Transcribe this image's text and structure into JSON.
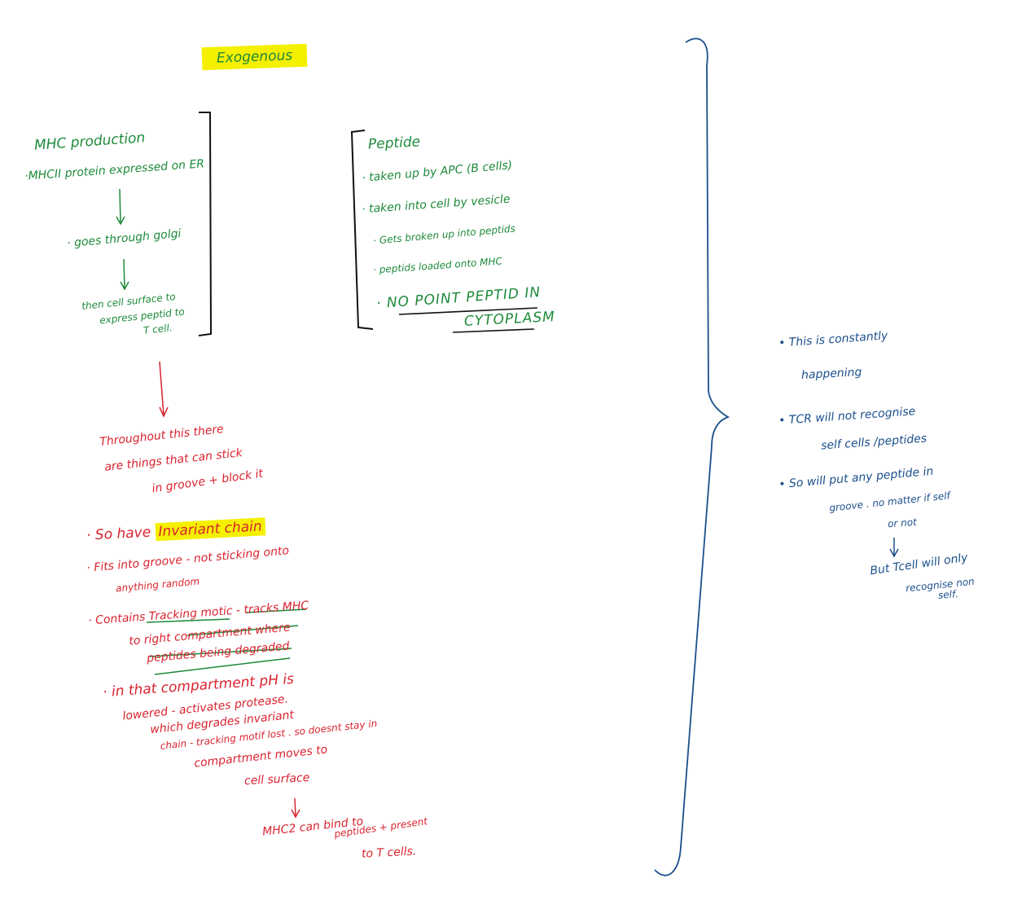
{
  "title": "Exogenous",
  "mhc_production": {
    "heading": "MHC production",
    "line1": "·MHCII protein expressed on ER",
    "line2": "· goes through golgi",
    "line3a": "then cell surface to",
    "line3b": "express peptid to",
    "line3c": "T cell."
  },
  "peptide": {
    "heading": "Peptide",
    "line1": "· taken up by APC (B cells)",
    "line2": "· taken into cell by vesicle",
    "line3": "· Gets broken up into peptids",
    "line4": "· peptids loaded onto MHC",
    "line5a": "· NO POINT PEPTID IN",
    "line5b": "CYTOPLASM"
  },
  "groove_note": {
    "line1": "Throughout this there",
    "line2": "are things that can stick",
    "line3": "in groove + block it"
  },
  "invariant": {
    "bullet1_prefix": "· So have",
    "bullet1_highlight": "Invariant chain",
    "bullet2a": "· Fits into groove - not sticking onto",
    "bullet2b": "anything random",
    "bullet3a": "· Contains Tracking motic - tracks MHC",
    "bullet3b": "to right compartment where",
    "bullet3c": "peptides being degraded",
    "bullet4a": "· in that compartment pH is",
    "bullet4b": "lowered - activates protease.",
    "bullet4c": "which degrades invariant",
    "bullet4d": "chain - tracking motif lost . so doesnt stay in",
    "bullet4e": "compartment moves to",
    "bullet4f": "cell surface",
    "result1": "MHC2 can bind to",
    "result2": "peptides + present",
    "result3": "to T cells."
  },
  "right_notes": {
    "b1a": "This is constantly",
    "b1b": "happening",
    "b2a": "TCR will not recognise",
    "b2b": "self cells /peptides",
    "b3a": "So will put any peptide in",
    "b3b": "groove . no matter if self",
    "b3c": "or not",
    "b4a": "But Tcell will only",
    "b4b": "recognise non",
    "b4c": "self."
  },
  "colors": {
    "green_ink": "#1d8a3a",
    "red_ink": "#d9232f",
    "blue_ink": "#1b4f8c",
    "highlight": "#f5f000"
  }
}
